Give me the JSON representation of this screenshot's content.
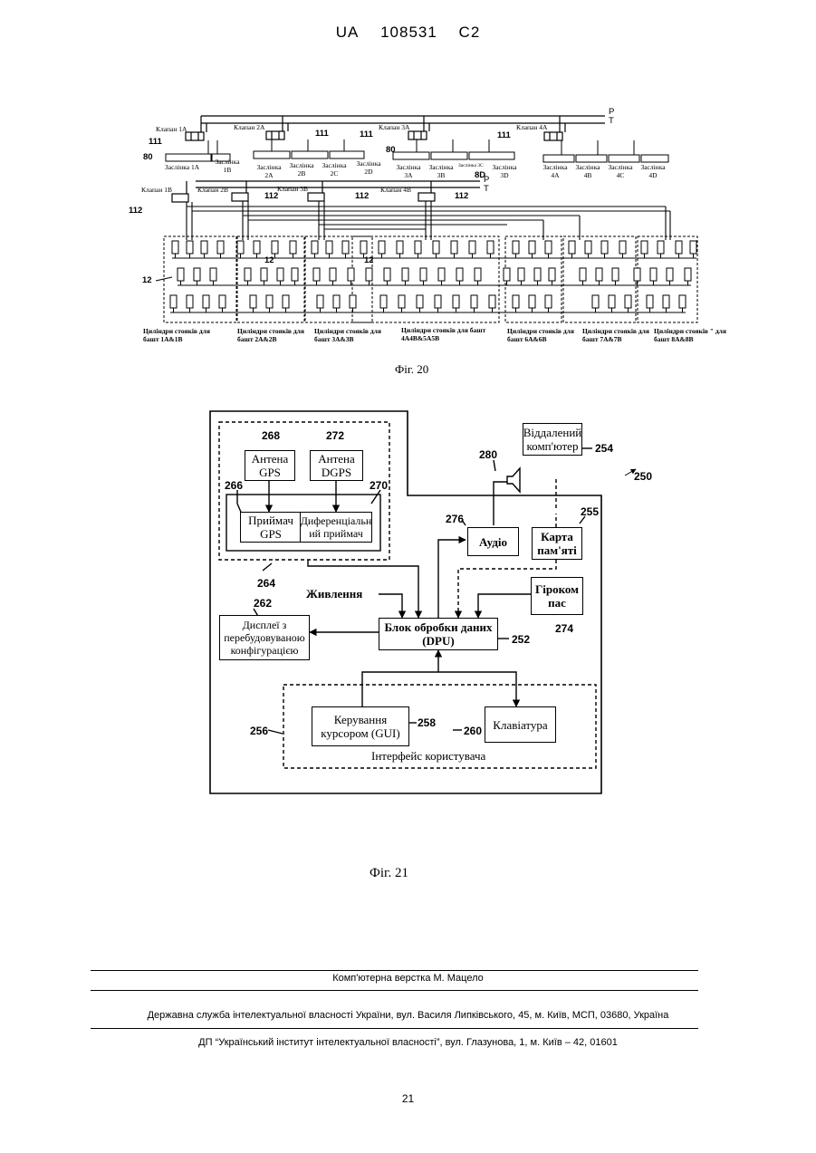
{
  "header": {
    "prefix": "UA",
    "number": "108531",
    "kind": "C2"
  },
  "fig20": {
    "caption": "Фіг. 20",
    "labels": {
      "p": "P",
      "t": "T",
      "valve_1a": "Клапан 1А",
      "valve_2a": "Клапан 2А",
      "valve_3a": "Клапан 3А",
      "valve_4a": "Клапан 4А",
      "valve_1b": "Клапан 1В",
      "valve_2b": "Клапан 2В",
      "valve_3b": "Клапан 3В",
      "valve_4b": "Клапан 4В",
      "n111": "111",
      "n80": "80",
      "n112": "112",
      "n8d": "8D",
      "n12": "12",
      "gate": "Заслінка",
      "g1a": "1А",
      "g1b": "1В",
      "g2a": "2А",
      "g2b": "2В",
      "g2c": "2С",
      "g2d": "2D",
      "g3a": "3А",
      "g3b": "3В",
      "g3c": "Заслінка 3С",
      "g3d": "3D",
      "g4a": "4А",
      "g4b": "4В",
      "g4c": "4С",
      "g4d": "4D",
      "cyl_1": "Циліндри стояків для башт 1А&1В",
      "cyl_2": "Циліндри стояків для башт 2А&2В",
      "cyl_3": "Циліндри стояків для башт 3А&3В",
      "cyl_4": "Циліндри стояків для башт 4А4В&5А5В",
      "cyl_6": "Циліндри стояків для башт 6А&6В",
      "cyl_7": "Циліндри стояків для башт 7А&7В",
      "cyl_8": "Циліндри стояків \" для башт 8А&8В"
    }
  },
  "fig21": {
    "caption": "Фіг. 21",
    "boxes": {
      "antenna_gps": "Антена GPS",
      "antenna_dgps": "Антена DGPS",
      "receiver_gps": "Приймач GPS",
      "diff_receiver": "Диференціальн ий приймач",
      "remote_computer": "Віддалений комп'ютер",
      "audio": "Аудіо",
      "memory_card": "Карта пам'яті",
      "gyrocompass": "Гіроком пас",
      "dpu": "Блок обробки даних (DPU)",
      "display": "Дисплеї з перебудовуваною конфігурацією",
      "cursor_control": "Керування курсором (GUI)",
      "keyboard": "Клавіатура",
      "user_interface": "Інтерфейс користувача",
      "power": "Живлення"
    },
    "refs": {
      "r268": "268",
      "r272": "272",
      "r266": "266",
      "r270": "270",
      "r280": "280",
      "r254": "254",
      "r250": "250",
      "r276": "276",
      "r255": "255",
      "r264": "264",
      "r262": "262",
      "r274": "274",
      "r252": "252",
      "r256": "256",
      "r258": "258",
      "r260": "260"
    }
  },
  "footer": {
    "layout": "Комп'ютерна верстка М. Мацело",
    "service": "Державна служба інтелектуальної власності України, вул. Василя Липківського, 45, м. Київ, МСП, 03680, Україна",
    "institute": "ДП “Український інститут інтелектуальної власності”, вул. Глазунова, 1, м. Київ – 42, 01601",
    "page": "21"
  }
}
